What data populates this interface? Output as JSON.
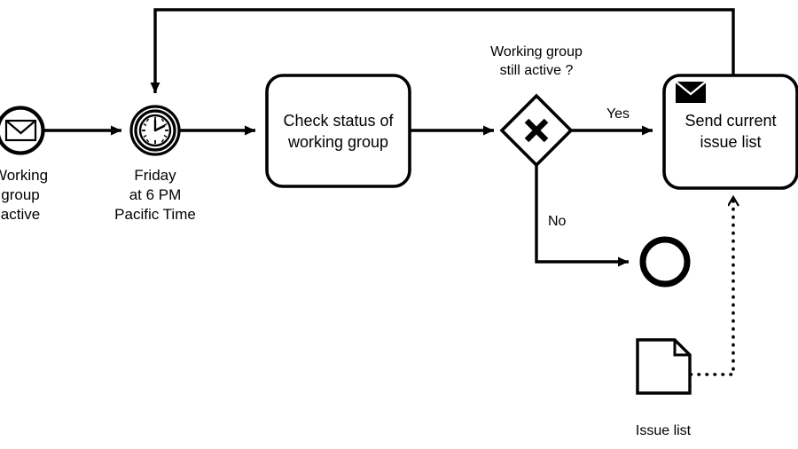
{
  "diagram": {
    "type": "bpmn-process-diagram",
    "background_color": "#ffffff",
    "line_color": "#000000",
    "nodes": {
      "start_event": {
        "kind": "message-start-event",
        "icon": "envelope-outline-icon",
        "label_line1": "Working",
        "label_line2": "group",
        "label_line3": "active"
      },
      "timer_event": {
        "kind": "intermediate-timer-catch-event",
        "icon": "clock-icon",
        "label_line1": "Friday",
        "label_line2": "at 6 PM",
        "label_line3": "Pacific Time"
      },
      "check_task": {
        "kind": "task",
        "label_line1": "Check status of",
        "label_line2": "working group"
      },
      "gateway": {
        "kind": "exclusive-gateway",
        "marker": "X",
        "label_line1": "Working group",
        "label_line2": "still active ?"
      },
      "send_task": {
        "kind": "send-task",
        "icon": "envelope-filled-icon",
        "label_line1": "Send current",
        "label_line2": "issue list"
      },
      "end_event": {
        "kind": "end-event",
        "label": ""
      },
      "data_object": {
        "kind": "data-object",
        "label": "Issue list"
      }
    },
    "flows": {
      "start_to_timer": {
        "label": ""
      },
      "timer_to_check": {
        "label": ""
      },
      "check_to_gateway": {
        "label": ""
      },
      "gateway_to_send": {
        "label": "Yes"
      },
      "gateway_to_end": {
        "label": "No"
      },
      "send_loop_back_to_timer": {
        "label": ""
      },
      "data_association": {
        "label": "",
        "style": "dotted"
      }
    }
  }
}
